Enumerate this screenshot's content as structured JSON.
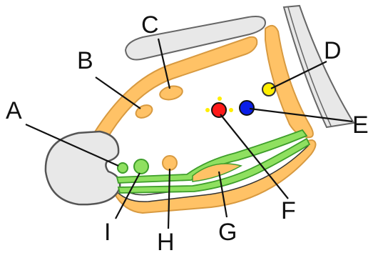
{
  "labels": {
    "a": "A",
    "b": "B",
    "c": "C",
    "d": "D",
    "e": "E",
    "f": "F",
    "g": "G",
    "h": "H",
    "i": "I"
  },
  "colors": {
    "orange": "#FFC266",
    "orange_stroke": "#D89A40",
    "green": "#8FE060",
    "green_stroke": "#3E9E2A",
    "gray_fill": "#E8E8E8",
    "gray_stroke": "#666666",
    "yellow": "#FFEE00",
    "red": "#FF1A1A",
    "blue": "#0A1EE8",
    "outline": "#1A1A1A"
  }
}
